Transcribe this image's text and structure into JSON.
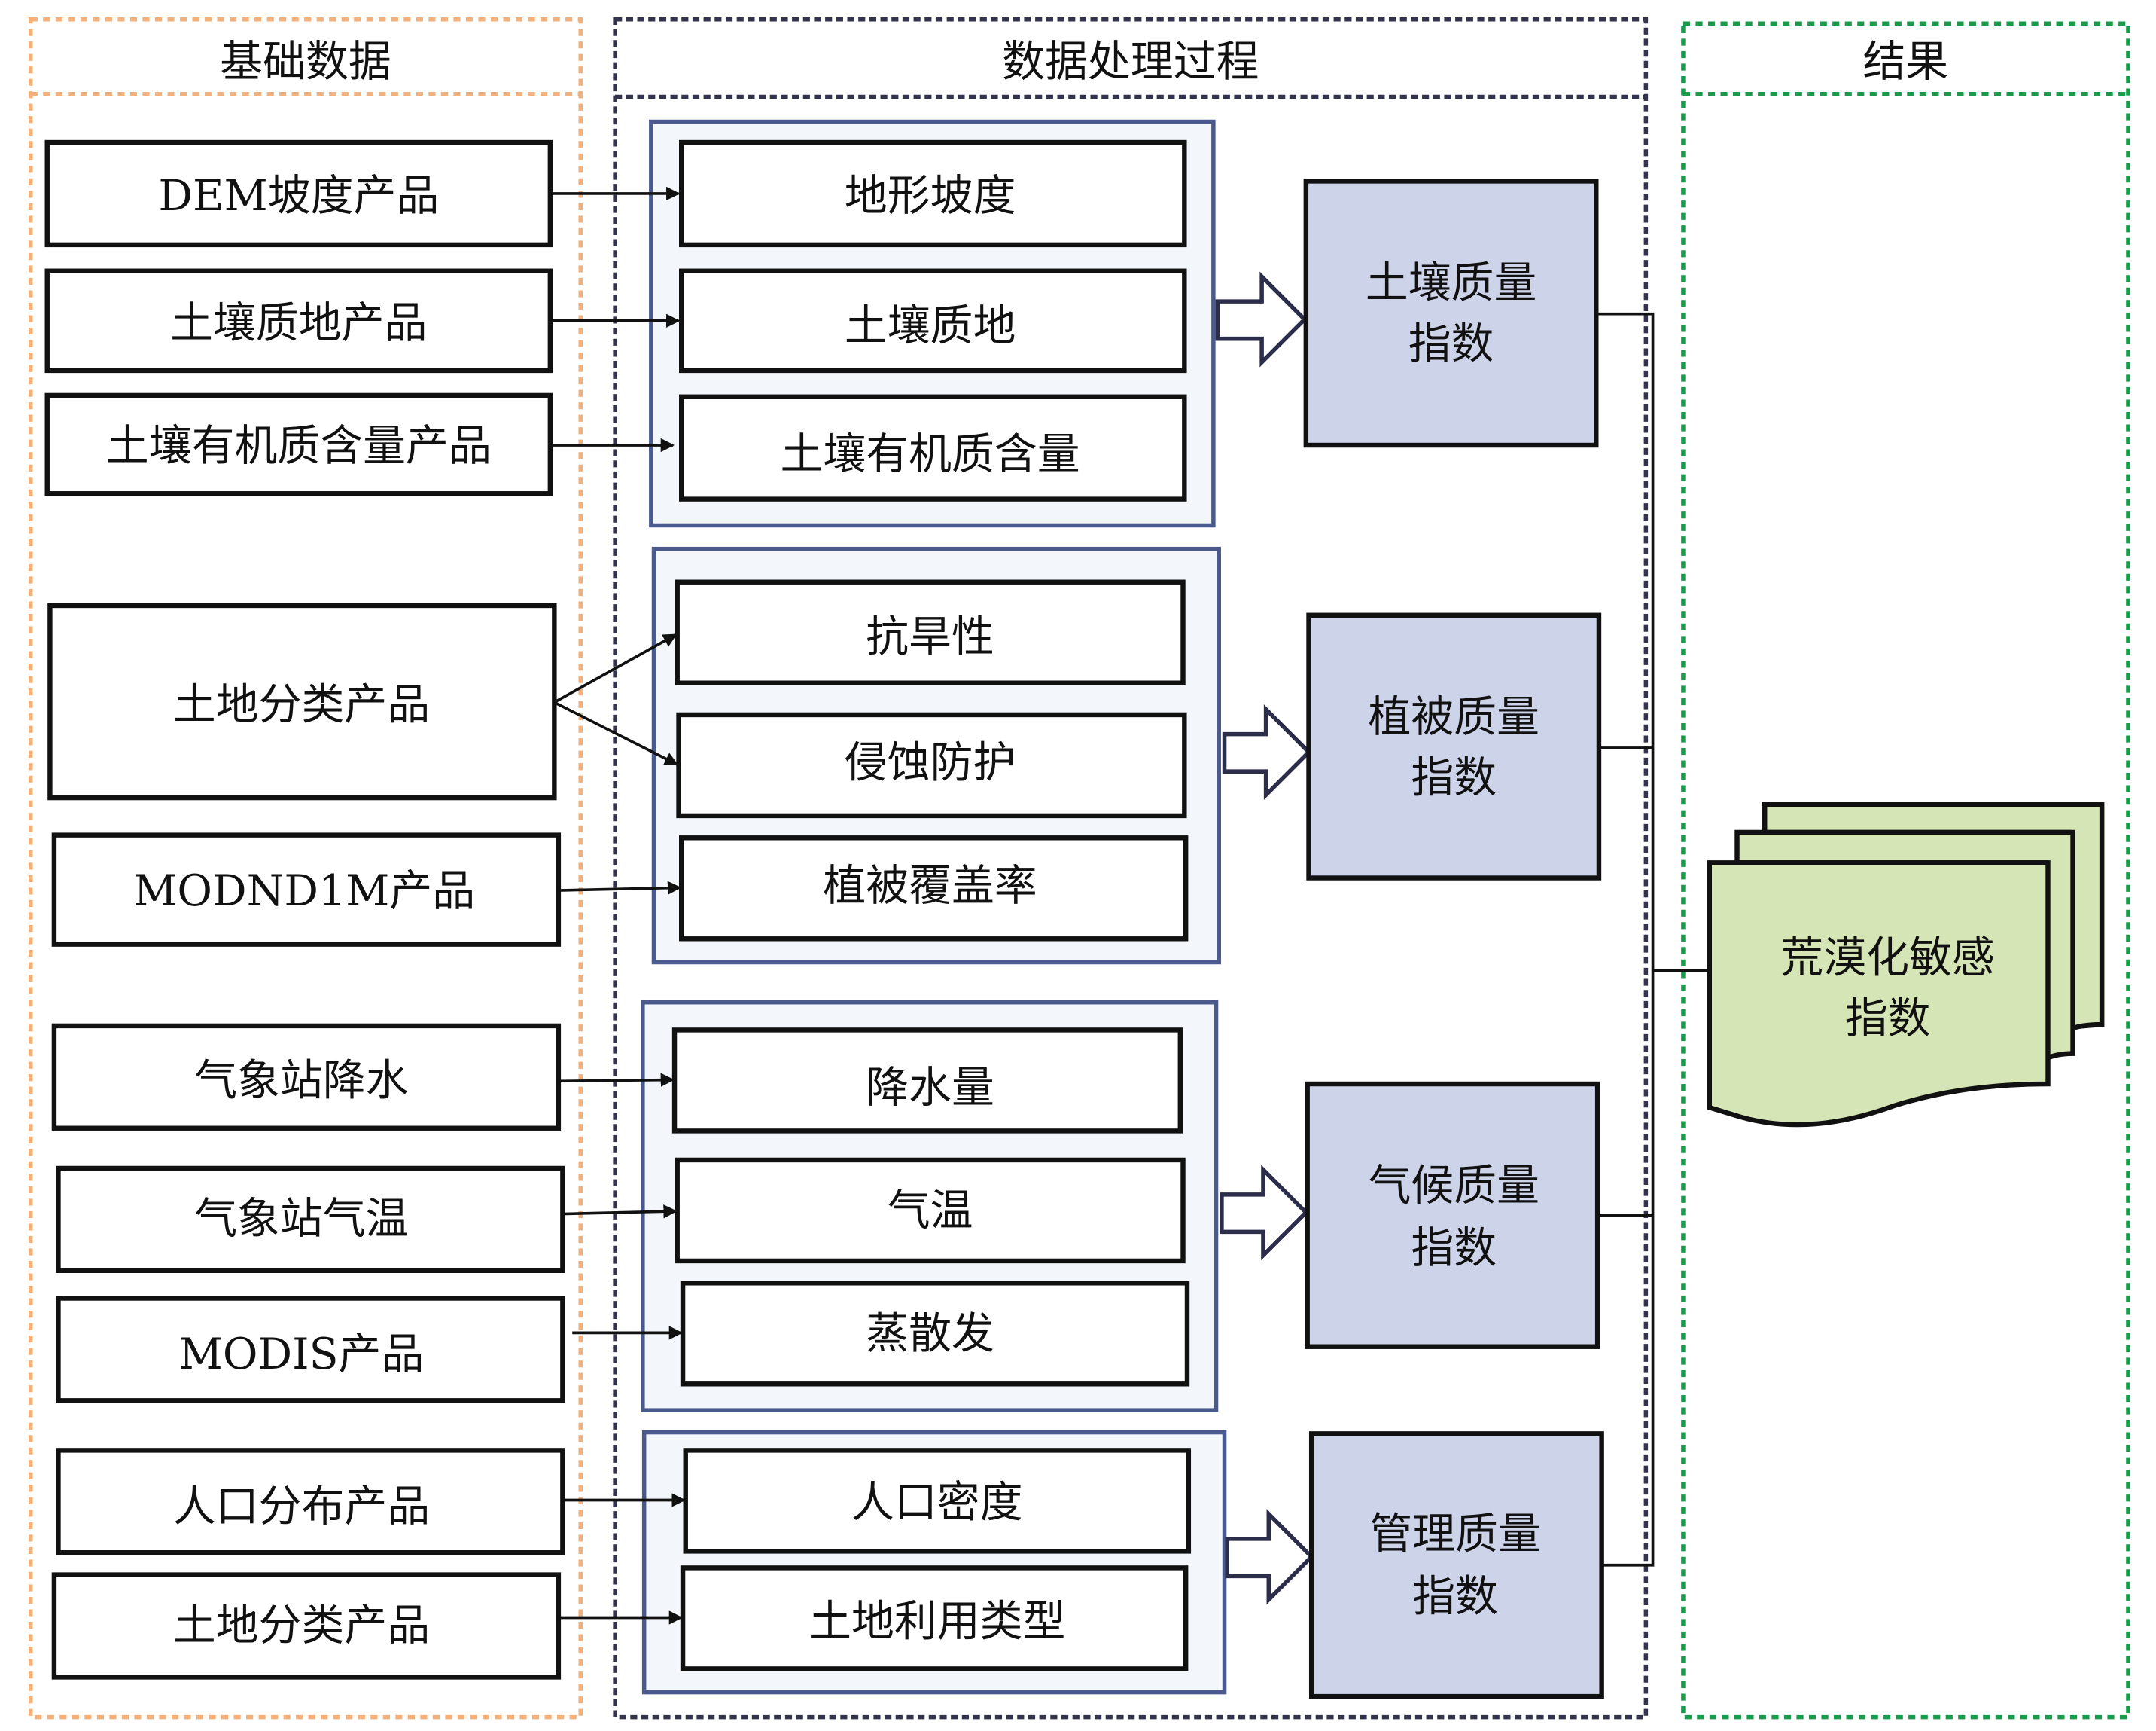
{
  "columns": {
    "input": {
      "title": "基础数据",
      "border_color": "#f3b07a"
    },
    "process": {
      "title": "数据处理过程",
      "border_color": "#33334d"
    },
    "result": {
      "title": "结果",
      "border_color": "#1a9a4a"
    }
  },
  "inputs": [
    "DEM坡度产品",
    "土壤质地产品",
    "土壤有机质含量产品",
    "土地分类产品",
    "MODND1M产品",
    "气象站降水",
    "气象站气温",
    "MODIS产品",
    "人口分布产品",
    "土地分类产品"
  ],
  "groups": [
    {
      "factors": [
        "地形坡度",
        "土壤质地",
        "土壤有机质含量"
      ],
      "index_line1": "土壤质量",
      "index_line2": "指数"
    },
    {
      "factors": [
        "抗旱性",
        "侵蚀防护",
        "植被覆盖率"
      ],
      "index_line1": "植被质量",
      "index_line2": "指数"
    },
    {
      "factors": [
        "降水量",
        "气温",
        "蒸散发"
      ],
      "index_line1": "气候质量",
      "index_line2": "指数"
    },
    {
      "factors": [
        "人口密度",
        "土地利用类型"
      ],
      "index_line1": "管理质量",
      "index_line2": "指数"
    }
  ],
  "result": {
    "line1": "荒漠化敏感",
    "line2": "指数"
  },
  "colors": {
    "index_fill": "#cdd3e8",
    "group_fill": "#f3f7fb",
    "result_fill": "#d5e5b5"
  }
}
